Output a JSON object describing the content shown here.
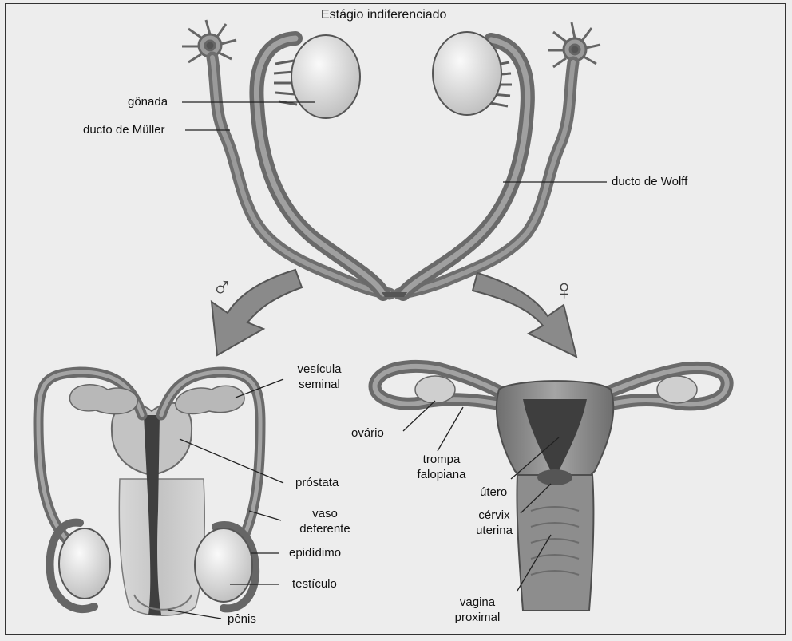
{
  "title": "Estágio indiferenciado",
  "colors": {
    "duct": "#707070",
    "duct_light": "#a8a8a8",
    "gonad": "#e6e6e6",
    "arrow": "#8a8a8a"
  },
  "symbols": {
    "male": "♂",
    "female": "♀"
  },
  "labels": {
    "gonada": "gônada",
    "muller": "ducto de Müller",
    "wolff": "ducto de Wolff",
    "vesicula_1": "vesícula",
    "vesicula_2": "seminal",
    "prostata": "próstata",
    "vaso_1": "vaso",
    "vaso_2": "deferente",
    "epididimo": "epidídimo",
    "testiculo": "testículo",
    "penis": "pênis",
    "ovario": "ovário",
    "trompa_1": "trompa",
    "trompa_2": "falopiana",
    "utero": "útero",
    "cervix_1": "cérvix",
    "cervix_2": "uterina",
    "vagina_1": "vagina",
    "vagina_2": "proximal"
  }
}
